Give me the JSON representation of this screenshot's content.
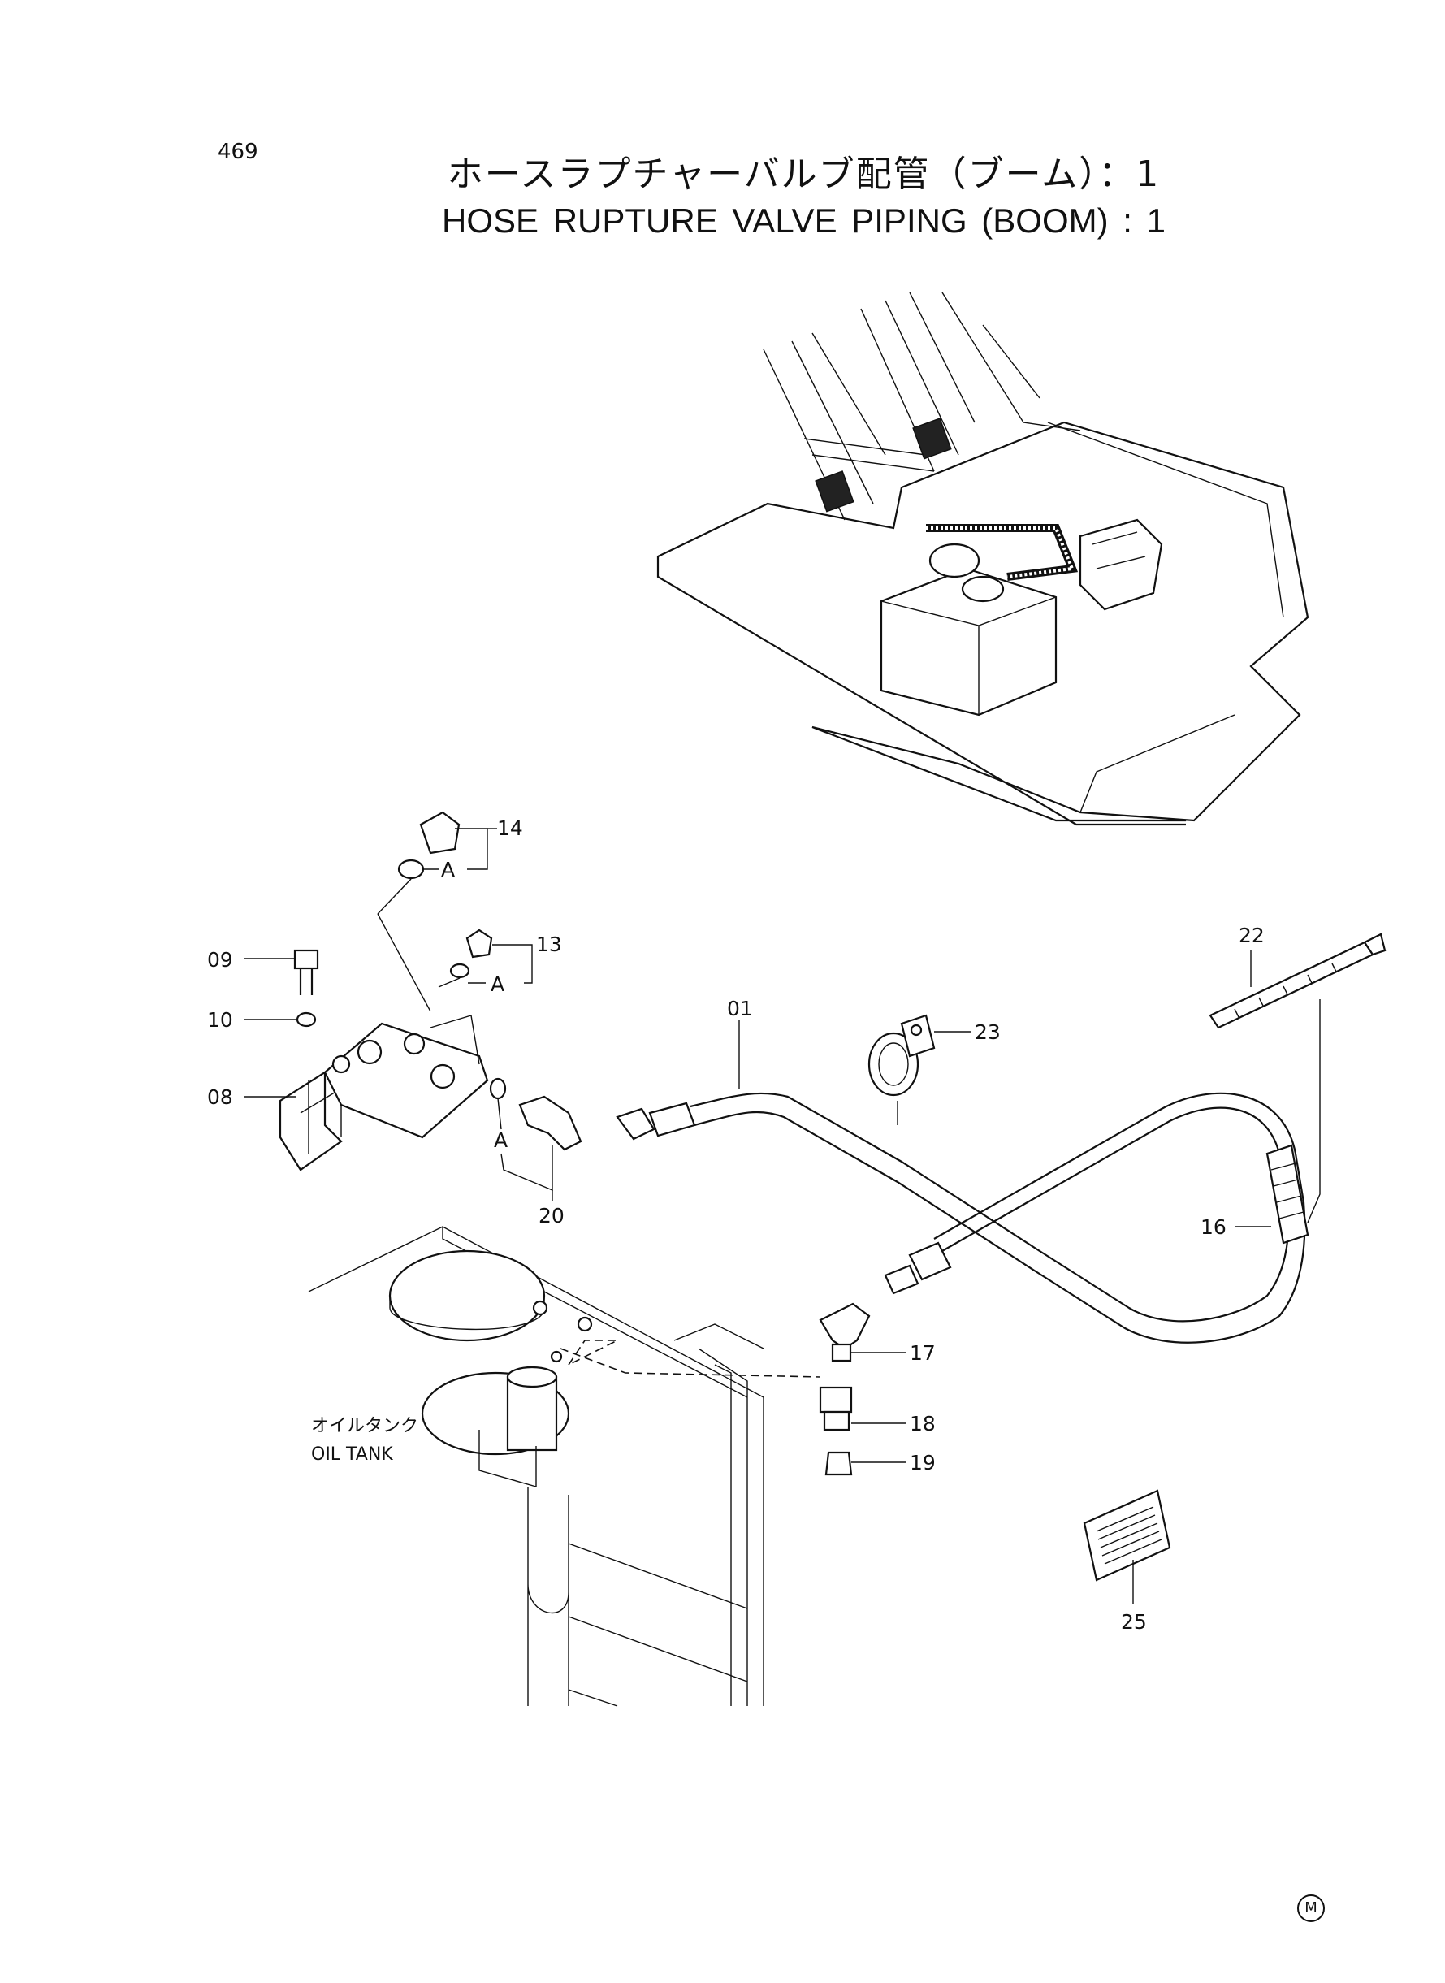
{
  "page_number": "469",
  "title_jp": "ホースラプチャーバルブ配管（ブーム）：1",
  "title_en": "HOSE RUPTURE VALVE PIPING (BOOM) : 1",
  "callouts": {
    "p01": "01",
    "p08": "08",
    "p09": "09",
    "p10": "10",
    "p13": "13",
    "p14": "14",
    "p16": "16",
    "p17": "17",
    "p18": "18",
    "p19": "19",
    "p20": "20",
    "p22": "22",
    "p23": "23",
    "p25": "25"
  },
  "ref_marks": {
    "a1": "A",
    "a2": "A",
    "a3": "A"
  },
  "oil_tank_jp": "オイルタンク",
  "oil_tank_en": "OIL TANK",
  "corner_mark": "M"
}
